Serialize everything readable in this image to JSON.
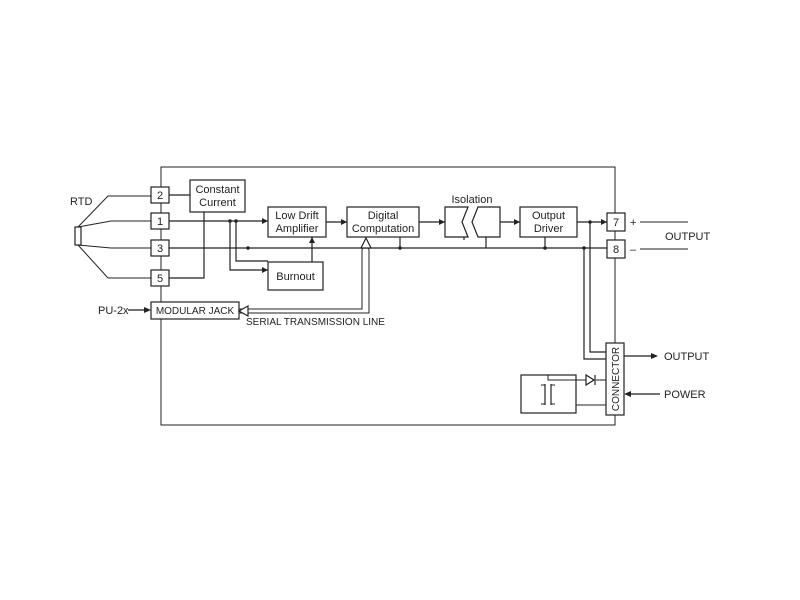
{
  "terminals": {
    "t2": "2",
    "t1": "1",
    "t3": "3",
    "t5": "5",
    "t7": "7",
    "t8": "8"
  },
  "labels": {
    "rtd": "RTD",
    "constant_line1": "Constant",
    "constant_line2": "Current",
    "lowdrift_line1": "Low Drift",
    "lowdrift_line2": "Amplifier",
    "digital_line1": "Digital",
    "digital_line2": "Computation",
    "isolation": "Isolation",
    "output_driver_line1": "Output",
    "output_driver_line2": "Driver",
    "burnout": "Burnout",
    "modular_jack": "MODULAR JACK",
    "pu2x": "PU-2x",
    "serial_line": "SERIAL TRANSMISSION LINE",
    "plus": "+",
    "minus": "–",
    "output_main": "OUTPUT",
    "connector": "CONNECTOR",
    "output_connector": "OUTPUT",
    "power": "POWER"
  }
}
